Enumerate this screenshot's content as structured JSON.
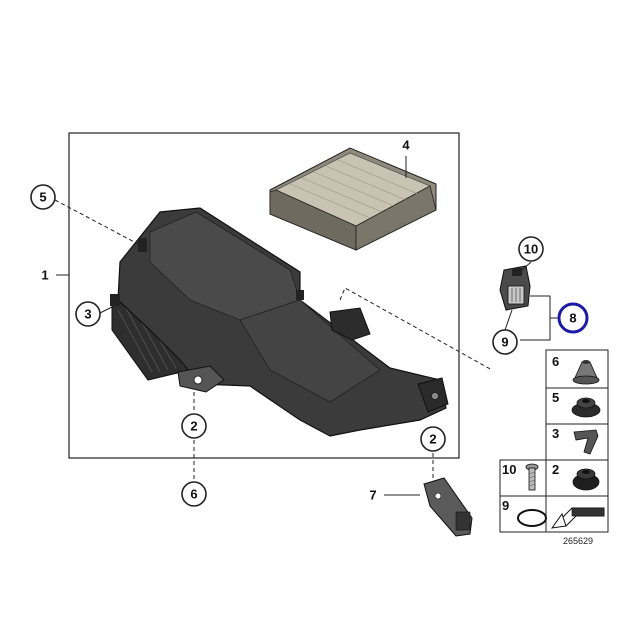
{
  "callouts": {
    "c1": "1",
    "c2a": "2",
    "c2b": "2",
    "c3": "3",
    "c4": "4",
    "c5": "5",
    "c6": "6",
    "c7": "7",
    "c8": "8",
    "c9": "9",
    "c10": "10"
  },
  "legend": {
    "row1": "6",
    "row2": "5",
    "row3": "3",
    "row4a": "10",
    "row4b": "2",
    "row5": "9"
  },
  "reference_number": "265629",
  "colors": {
    "highlight": "#1a1aa6",
    "part_dark": "#3b3b3b",
    "filter": "#b8b2a2"
  },
  "icons": {
    "main_part": "air-filter-housing",
    "filter": "air-filter-element",
    "sensor": "air-mass-sensor",
    "bracket": "mounting-bracket"
  }
}
